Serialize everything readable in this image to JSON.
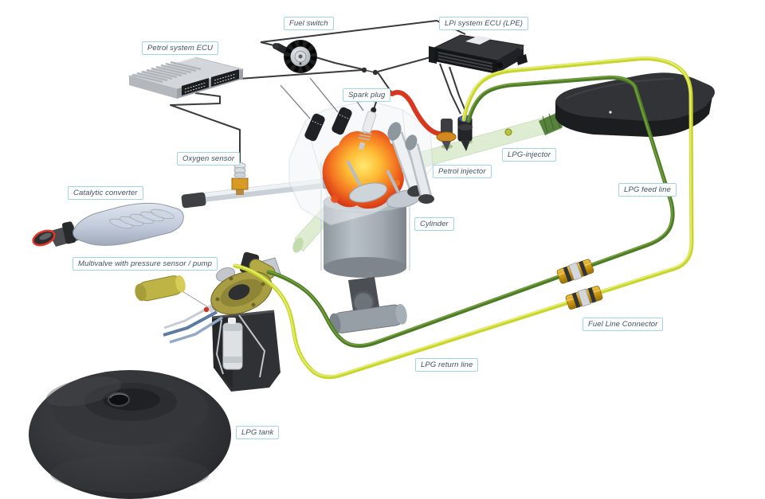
{
  "labels": {
    "petrol_system_ecu": "Petrol system ECU",
    "fuel_switch": "Fuel switch",
    "lpi_system_ecu": "LPi system ECU (LPE)",
    "spark_plug": "Spark plug",
    "oxygen_sensor": "Oxygen sensor",
    "catalytic_converter": "Catalytic converter",
    "lpg_injector": "LPG-injector",
    "petrol_injector": "Petrol injector",
    "cylinder": "Cylinder",
    "lpg_feed_line": "LPG feed line",
    "multivalve": "Multivalve with pressure sensor / pump",
    "fuel_line_connector": "Fuel Line Connector",
    "lpg_return_line": "LPG return line",
    "lpg_tank": "LPG tank"
  },
  "colors": {
    "background": "#ffffff",
    "label_border": "#9fd5e5",
    "label_text": "#3d5266",
    "signal_wire": "#3a3b3d",
    "lpg_feed_line_green": "#4d7b26",
    "lpg_return_line_yellow": "#c8d52e",
    "spark_cable_red": "#d8371f",
    "petrol_injector_orange": "#d4891d",
    "brass_connector": "#c9930e",
    "flame_orange": "#f4731b",
    "tank_gray": "#323337",
    "injector_rail_green": "#d9e9cb",
    "catalytic_converter_steel": "#c2cbdc"
  }
}
